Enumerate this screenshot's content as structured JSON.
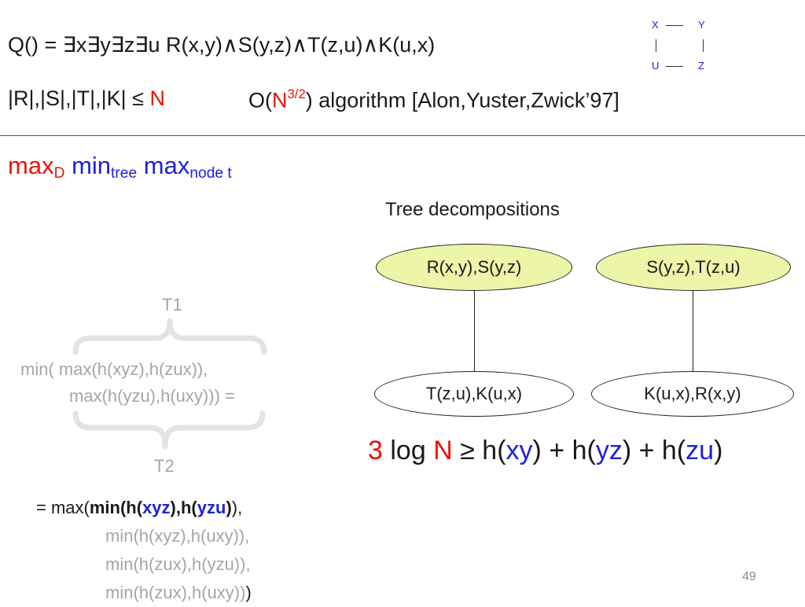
{
  "query": {
    "lhs": "Q() = ∃x∃y∃z∃u R(x,y)∧S(y,z)∧T(z,u)∧K(u,x)"
  },
  "schema_graph": {
    "nodes": [
      "X",
      "Y",
      "U",
      "Z"
    ]
  },
  "bounds": {
    "text": "|R|,|S|,|T|,|K| ≤ ",
    "n": "N"
  },
  "algorithm": {
    "o_open": "O(",
    "n": "N",
    "exp": "3/2",
    "rest": ") algorithm [Alon,Yuster,Zwick’97]"
  },
  "maxmin": {
    "max1": "max",
    "sub1": "D",
    "min": "min",
    "sub2": "tree",
    "max2": "max",
    "sub3": "node t"
  },
  "tree_decompositions": {
    "label": "Tree decompositions",
    "tree1": {
      "top": "R(x,y),S(y,z)",
      "bottom": "T(z,u),K(u,x)"
    },
    "tree2": {
      "top": "S(y,z),T(z,u)",
      "bottom": "K(u,x),R(x,y)"
    }
  },
  "inequality": {
    "three": "3",
    "log": " log ",
    "n": "N",
    "geq": " ≥  h(",
    "xy": "xy",
    "p1": ") + h(",
    "yz": "yz",
    "p2": ") + h(",
    "zu": "zu",
    "close": ")"
  },
  "min_expression": {
    "t1": "T1",
    "t2": "T2",
    "line1": "min( max(h(xyz),h(zux)),",
    "line2": "max(h(yzu),h(uxy))) ="
  },
  "max_expression": {
    "prefix": "= max(",
    "bold_open": "min(h(",
    "xyz": "xyz",
    "bold_mid": "),h(",
    "yzu": "yzu",
    "bold_close": ")",
    "suffix": "),",
    "line2": "min(h(xyz),h(uxy)),",
    "line3": "min(h(zux),h(yzu)),",
    "line4": "min(h(zux),h(uxy))",
    "final": ")"
  },
  "page_number": "49"
}
